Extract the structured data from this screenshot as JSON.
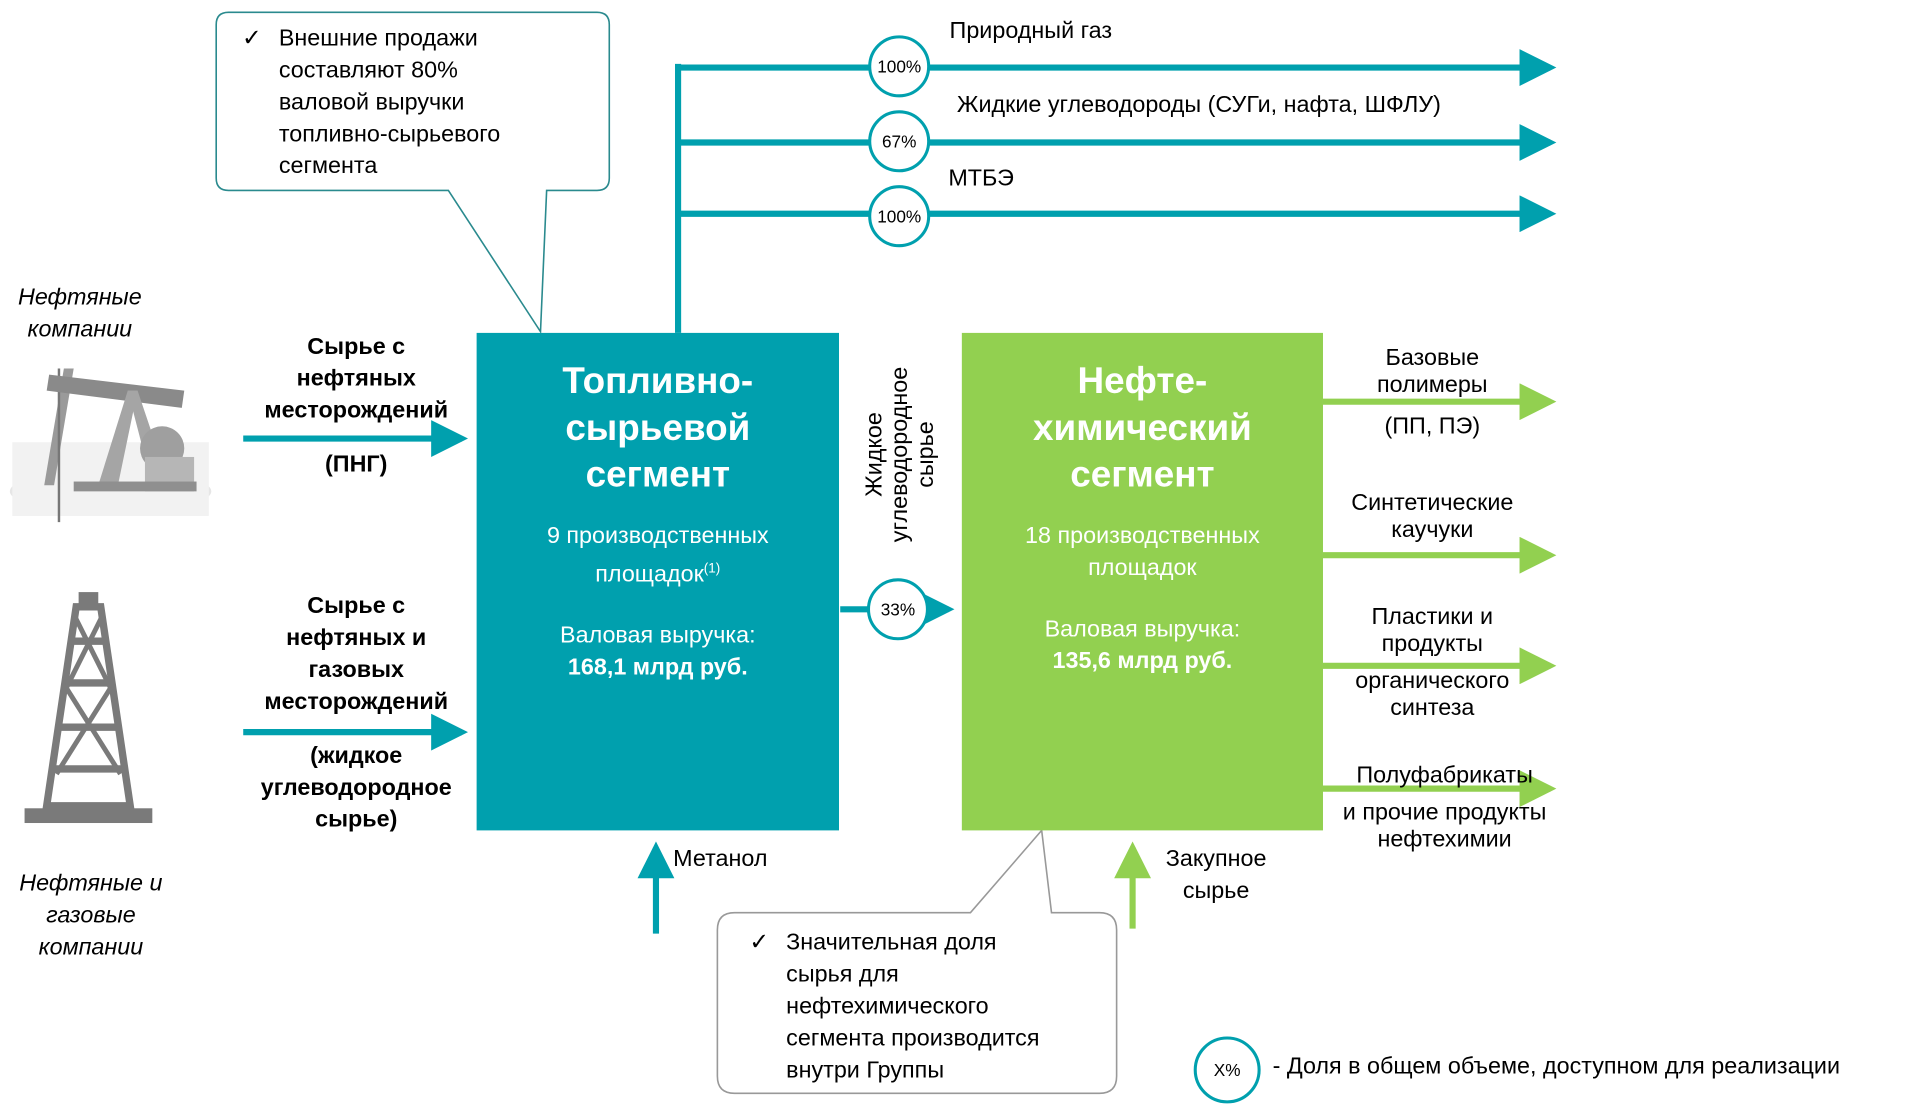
{
  "colors": {
    "fuel_segment": "#00A0AE",
    "petrochem_segment": "#92D050",
    "teal_arrow": "#00A0AE",
    "green_arrow": "#92D050",
    "circle_border": "#00A0AE"
  },
  "sources": {
    "oil_companies": "Нефтяные компании",
    "oil_gas_companies": "Нефтяные и газовые компании",
    "oil_companies_icon": "pumpjack-icon",
    "oil_gas_companies_icon": "drilling-rig-icon"
  },
  "inputs": {
    "apg_lines": [
      "Сырье с",
      "нефтяных",
      "месторождений",
      "(ПНГ)"
    ],
    "ngl_lines": [
      "Сырье с",
      "нефтяных и",
      "газовых",
      "месторождений",
      "(жидкое",
      "углеводородное",
      "сырье)"
    ]
  },
  "fuel_segment": {
    "title_lines": [
      "Топливно-",
      "сырьевой",
      "сегмент"
    ],
    "sites": "9 производственных",
    "sites_line2": "площадок",
    "sites_sup": "(1)",
    "revenue_label": "Валовая выручка:",
    "revenue_value": "168,1 млрд руб."
  },
  "petrochem_segment": {
    "title_lines": [
      "Нефте-",
      "химический",
      "сегмент"
    ],
    "sites": "18 производственных",
    "sites_line2": "площадок",
    "revenue_label": "Валовая выручка:",
    "revenue_value": "135,6 млрд руб."
  },
  "transfer": {
    "label_lines": [
      "Жидкое",
      "углеводородное",
      "сырье"
    ],
    "share": "33%"
  },
  "fuel_outputs": [
    {
      "label": "Природный газ",
      "share": "100%"
    },
    {
      "label": "Жидкие углеводороды (СУГи, нафта, ШФЛУ)",
      "share": "67%"
    },
    {
      "label": "МТБЭ",
      "share": "100%"
    }
  ],
  "petrochem_outputs": [
    {
      "lines": [
        "Базовые",
        "полимеры",
        "(ПП, ПЭ)"
      ]
    },
    {
      "lines": [
        "Синтетические",
        "каучуки"
      ]
    },
    {
      "lines": [
        "Пластики и",
        "продукты",
        "органического",
        "синтеза"
      ]
    },
    {
      "lines": [
        "Полуфабрикаты",
        "и прочие продукты",
        "нефтехимии"
      ]
    }
  ],
  "bottom_inputs": {
    "methanol": "Метанол",
    "purchased_lines": [
      "Закупное",
      "сырье"
    ]
  },
  "callouts": {
    "top": {
      "check": "✓",
      "lines": [
        "Внешние продажи",
        "составляют 80%",
        "валовой выручки",
        "топливно-сырьевого",
        "сегмента"
      ]
    },
    "bottom": {
      "check": "✓",
      "lines": [
        "Значительная доля",
        "сырья для",
        "нефтехимического",
        "сегмента производится",
        "внутри Группы"
      ]
    }
  },
  "legend": {
    "symbol": "X%",
    "text": "- Доля в общем объеме, доступном для реализации"
  }
}
